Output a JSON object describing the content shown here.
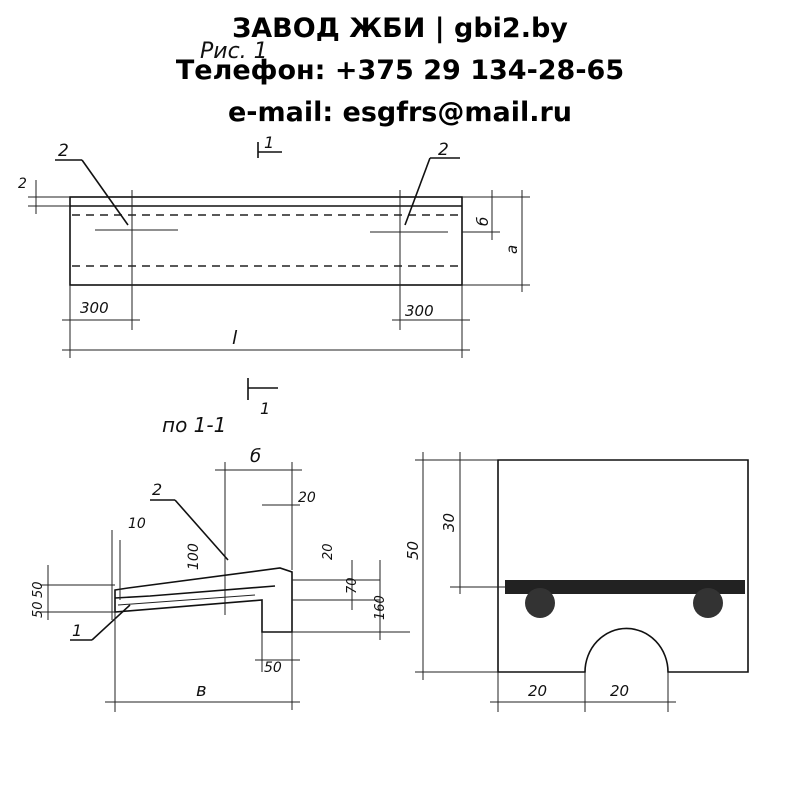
{
  "header": {
    "line1": "ЗАВОД ЖБИ | gbi2.by",
    "line2": "Телефон: +375 29 134-28-65",
    "line3": "e-mail: esgfrs@mail.ru"
  },
  "drawing": {
    "figure_label": "Рис. 1",
    "section_mark": "1",
    "section_mark_2": "1",
    "section_caption": "по 1-1",
    "plan": {
      "callout_left": "2",
      "callout_right": "2",
      "dim_top_small": "2",
      "dim_b": "б",
      "dim_a": "а",
      "dim_300_left": "300",
      "dim_300_right": "300",
      "dim_length": "l"
    },
    "section": {
      "callout_2": "2",
      "callout_1": "1",
      "dim_b_top": "б",
      "dim_20_top": "20",
      "dim_10": "10",
      "dim_100": "100",
      "dim_20_mid": "20",
      "dim_70": "70",
      "dim_160": "160",
      "dim_50_right": "50",
      "dim_b_bottom": "в",
      "dim_50_left": "50",
      "dim_50_left_lower": "50"
    },
    "detail": {
      "dim_50": "50",
      "dim_30": "30",
      "dim_20_left": "20",
      "dim_20_right": "20"
    }
  }
}
